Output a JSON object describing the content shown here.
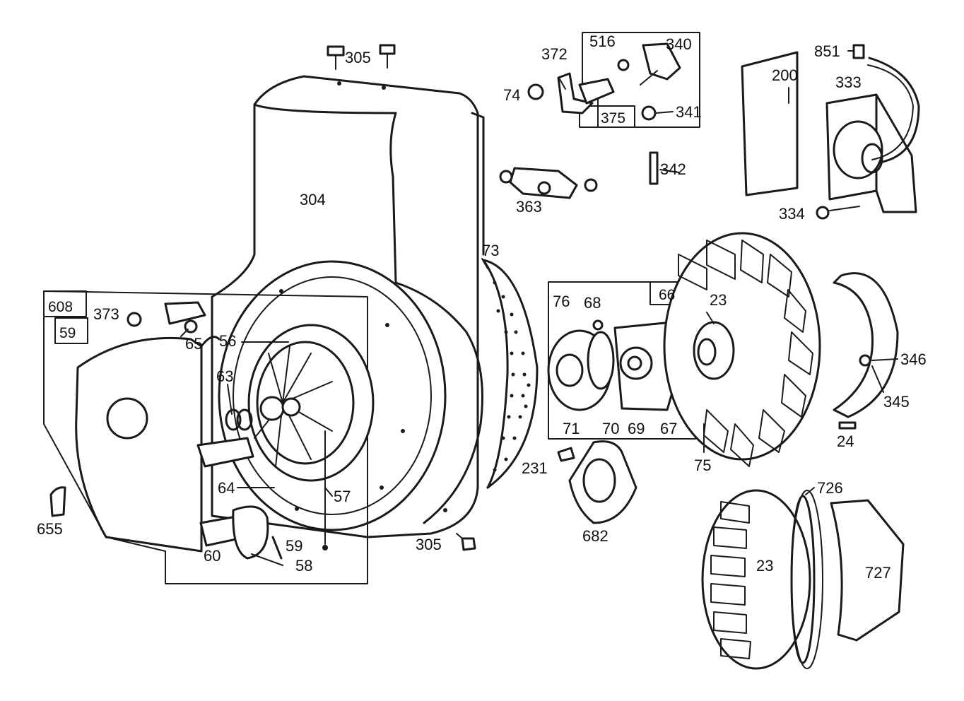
{
  "labels": {
    "p305a": "305",
    "p304": "304",
    "p372": "372",
    "p516": "516",
    "p340": "340",
    "p74": "74",
    "p375": "375",
    "p341": "341",
    "p342": "342",
    "p363": "363",
    "p851": "851",
    "p200": "200",
    "p333": "333",
    "p334": "334",
    "p73": "73",
    "p608": "608",
    "p59box": "59",
    "p373": "373",
    "p65": "65",
    "p56": "56",
    "p63": "63",
    "p64": "64",
    "p57": "57",
    "p60": "60",
    "p59": "59",
    "p58": "58",
    "p655": "655",
    "p305b": "305",
    "p66": "66",
    "p76": "76",
    "p68": "68",
    "p71": "71",
    "p70": "70",
    "p69": "69",
    "p67": "67",
    "p23a": "23",
    "p75": "75",
    "p346": "346",
    "p345": "345",
    "p24": "24",
    "p231": "231",
    "p682": "682",
    "p726": "726",
    "p23b": "23",
    "p727": "727"
  }
}
